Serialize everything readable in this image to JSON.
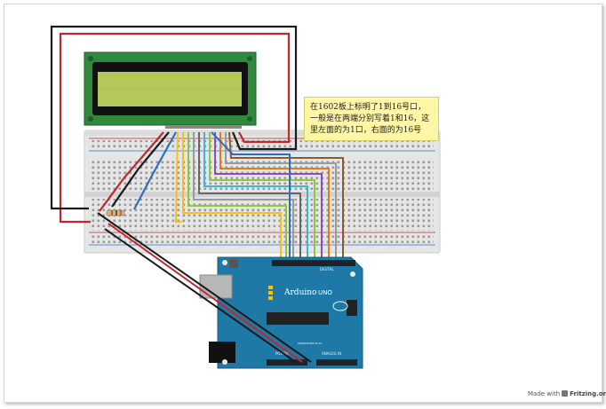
{
  "note": {
    "text": "在1602板上标明了1到16号口，一般是在两端分别写着1和16，这里左面的为1口，右面的为16号"
  },
  "arduino": {
    "brand": "Arduino",
    "model": "UNO",
    "digital_label": "DIGITAL",
    "power_label": "POWER",
    "analog_label": "ANALOG IN",
    "site": "www.arduino.cc"
  },
  "footer": {
    "made_with": "Made with",
    "brand": "Fritzing.org"
  },
  "colors": {
    "lcd_board": "#2f8a3c",
    "lcd_screen": "#b4c85a",
    "breadboard": "#e4e4e4",
    "arduino": "#1f79a6",
    "wire_red": "#c1272d",
    "wire_black": "#1a1a1a",
    "note_bg": "#fff7a6"
  },
  "wires": [
    {
      "name": "blue",
      "color": "#2d6fbf"
    },
    {
      "name": "yellow",
      "color": "#f2c21b"
    },
    {
      "name": "light-green",
      "color": "#8dc63f"
    },
    {
      "name": "cyan",
      "color": "#3fb5d6"
    },
    {
      "name": "violet",
      "color": "#8a4fbf"
    },
    {
      "name": "orange",
      "color": "#e37d1c"
    },
    {
      "name": "gray",
      "color": "#9a9a9a"
    },
    {
      "name": "brown",
      "color": "#8c5a2b"
    },
    {
      "name": "dark-gray",
      "color": "#666666"
    }
  ]
}
